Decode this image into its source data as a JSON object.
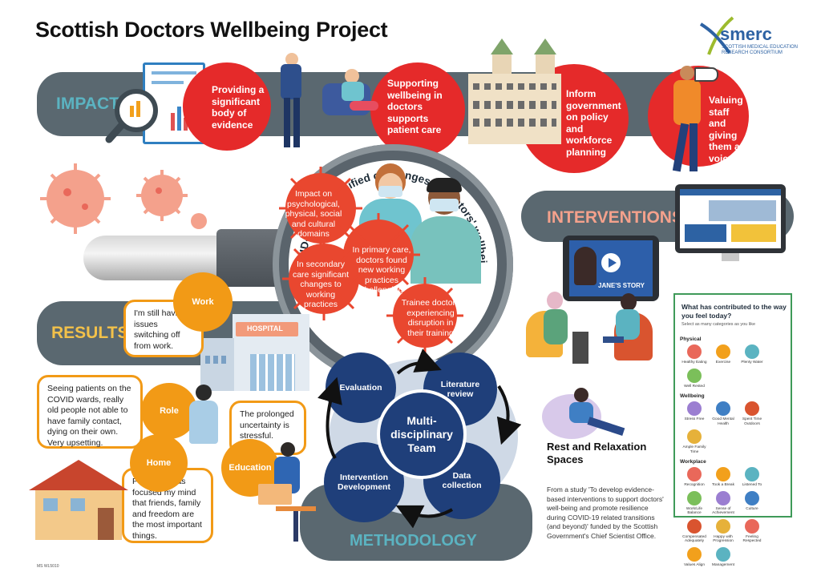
{
  "title": "Scottish Doctors Wellbeing Project",
  "logo": {
    "name": "smerc",
    "subtitle_line1": "SCOTTISH MEDICAL EDUCATION",
    "subtitle_line2": "RESEARCH CONSORTIUM"
  },
  "impact": {
    "label": "IMPACT",
    "items": [
      "Providing a significant body of evidence",
      "Supporting wellbeing in doctors supports patient care",
      "Inform government on policy and workforce planning",
      "Valuing staff and giving them a voice"
    ]
  },
  "covid": {
    "arc_text": "COVID-19 has magnified challenges to doctors' wellbeing",
    "viruses": [
      "Impact on psychological, physical, social and cultural domains",
      "In secondary care significant changes to working practices",
      "In primary care, doctors found new working practices challenging",
      "Trainee doctors experiencing disruption in their training"
    ]
  },
  "interventions": {
    "label": "INTERVENTIONS",
    "video_caption": "JANE'S STORY",
    "rest_label": "Rest and Relaxation Spaces",
    "survey": {
      "question": "What has contributed to the way you feel today?",
      "instruction": "Select as many categories as you like",
      "sections": [
        {
          "name": "Physical",
          "items": [
            "Healthy Eating",
            "Exercise",
            "Plenty Water",
            "Well Rested"
          ]
        },
        {
          "name": "Wellbeing",
          "items": [
            "Stress Free",
            "Good Mental Health",
            "Spent Time Outdoors",
            "Ample Family Time"
          ]
        },
        {
          "name": "Workplace",
          "items": [
            "Recognition",
            "Took a Break",
            "Listened To",
            "Work/Life Balance",
            "Sense of Achievement",
            "Culture",
            "Compensated Adequately",
            "Happy with Progression",
            "Feeling Respected",
            "Values Align",
            "Management"
          ]
        }
      ]
    }
  },
  "results": {
    "label": "RESULTS",
    "hospital_sign": "HOSPITAL",
    "quotes": [
      {
        "tag": "Work",
        "text": "I'm still having issues switching off from work."
      },
      {
        "tag": "Role",
        "text": "Seeing patients on the COVID wards, really old people not able to have family contact, dying on their own. Very upsetting."
      },
      {
        "tag": "Education",
        "text": "The prolonged uncertainty is stressful."
      },
      {
        "tag": "Home",
        "text": "Pandemic has focused my mind that friends, family and freedom are the most important things."
      }
    ]
  },
  "methodology": {
    "label": "METHODOLOGY",
    "center": "Multi-disciplinary Team",
    "nodes": [
      "Evaluation",
      "Literature review",
      "Intervention Development",
      "Data collection"
    ]
  },
  "footnote": "From a study 'To develop evidence-based interventions to support doctors' well-being and promote resilience during COVID-19 related transitions (and beyond)' funded by the Scottish Government's Chief Scientist Office.",
  "code": "MS WL5010",
  "colors": {
    "red": "#e52a2a",
    "band": "#5a6870",
    "orange": "#f29a16",
    "navy": "#1f3f7a",
    "teal": "#5aa7b4",
    "salmon": "#f4a18c"
  }
}
